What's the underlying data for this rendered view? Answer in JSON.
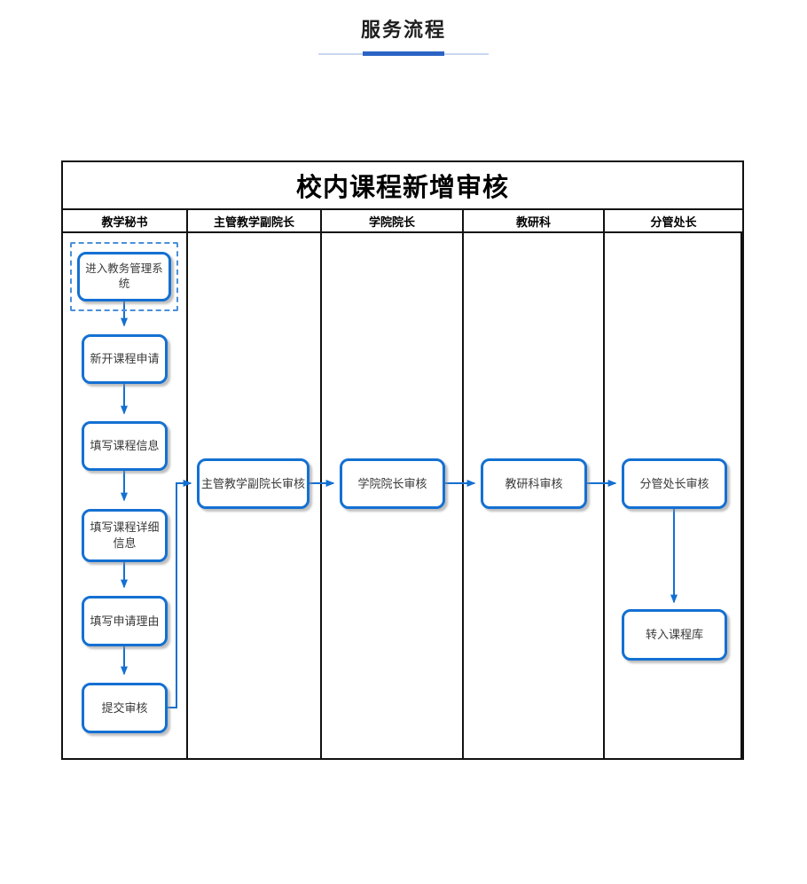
{
  "header": {
    "title": "服务流程"
  },
  "flowchart": {
    "title": "校内课程新增审核",
    "lanes": [
      {
        "name": "教学秘书"
      },
      {
        "name": "主管教学副院长"
      },
      {
        "name": "学院院长"
      },
      {
        "name": "教研科"
      },
      {
        "name": "分管处长"
      }
    ],
    "nodes": {
      "enter_system": "进入教务管理系统",
      "new_course_apply": "新开课程申请",
      "fill_course_info": "填写课程信息",
      "fill_course_detail": "填写课程详细信息",
      "fill_reason": "填写申请理由",
      "submit_review": "提交审核",
      "vice_dean_review": "主管教学副院长审核",
      "dean_review": "学院院长审核",
      "research_section_review": "教研科审核",
      "director_review": "分管处长审核",
      "to_course_library": "转入课程库"
    },
    "colors": {
      "node_border": "#1470d2",
      "arrow": "#1470d2",
      "title_accent": "#2a63c4",
      "frame_border": "#111111"
    }
  }
}
